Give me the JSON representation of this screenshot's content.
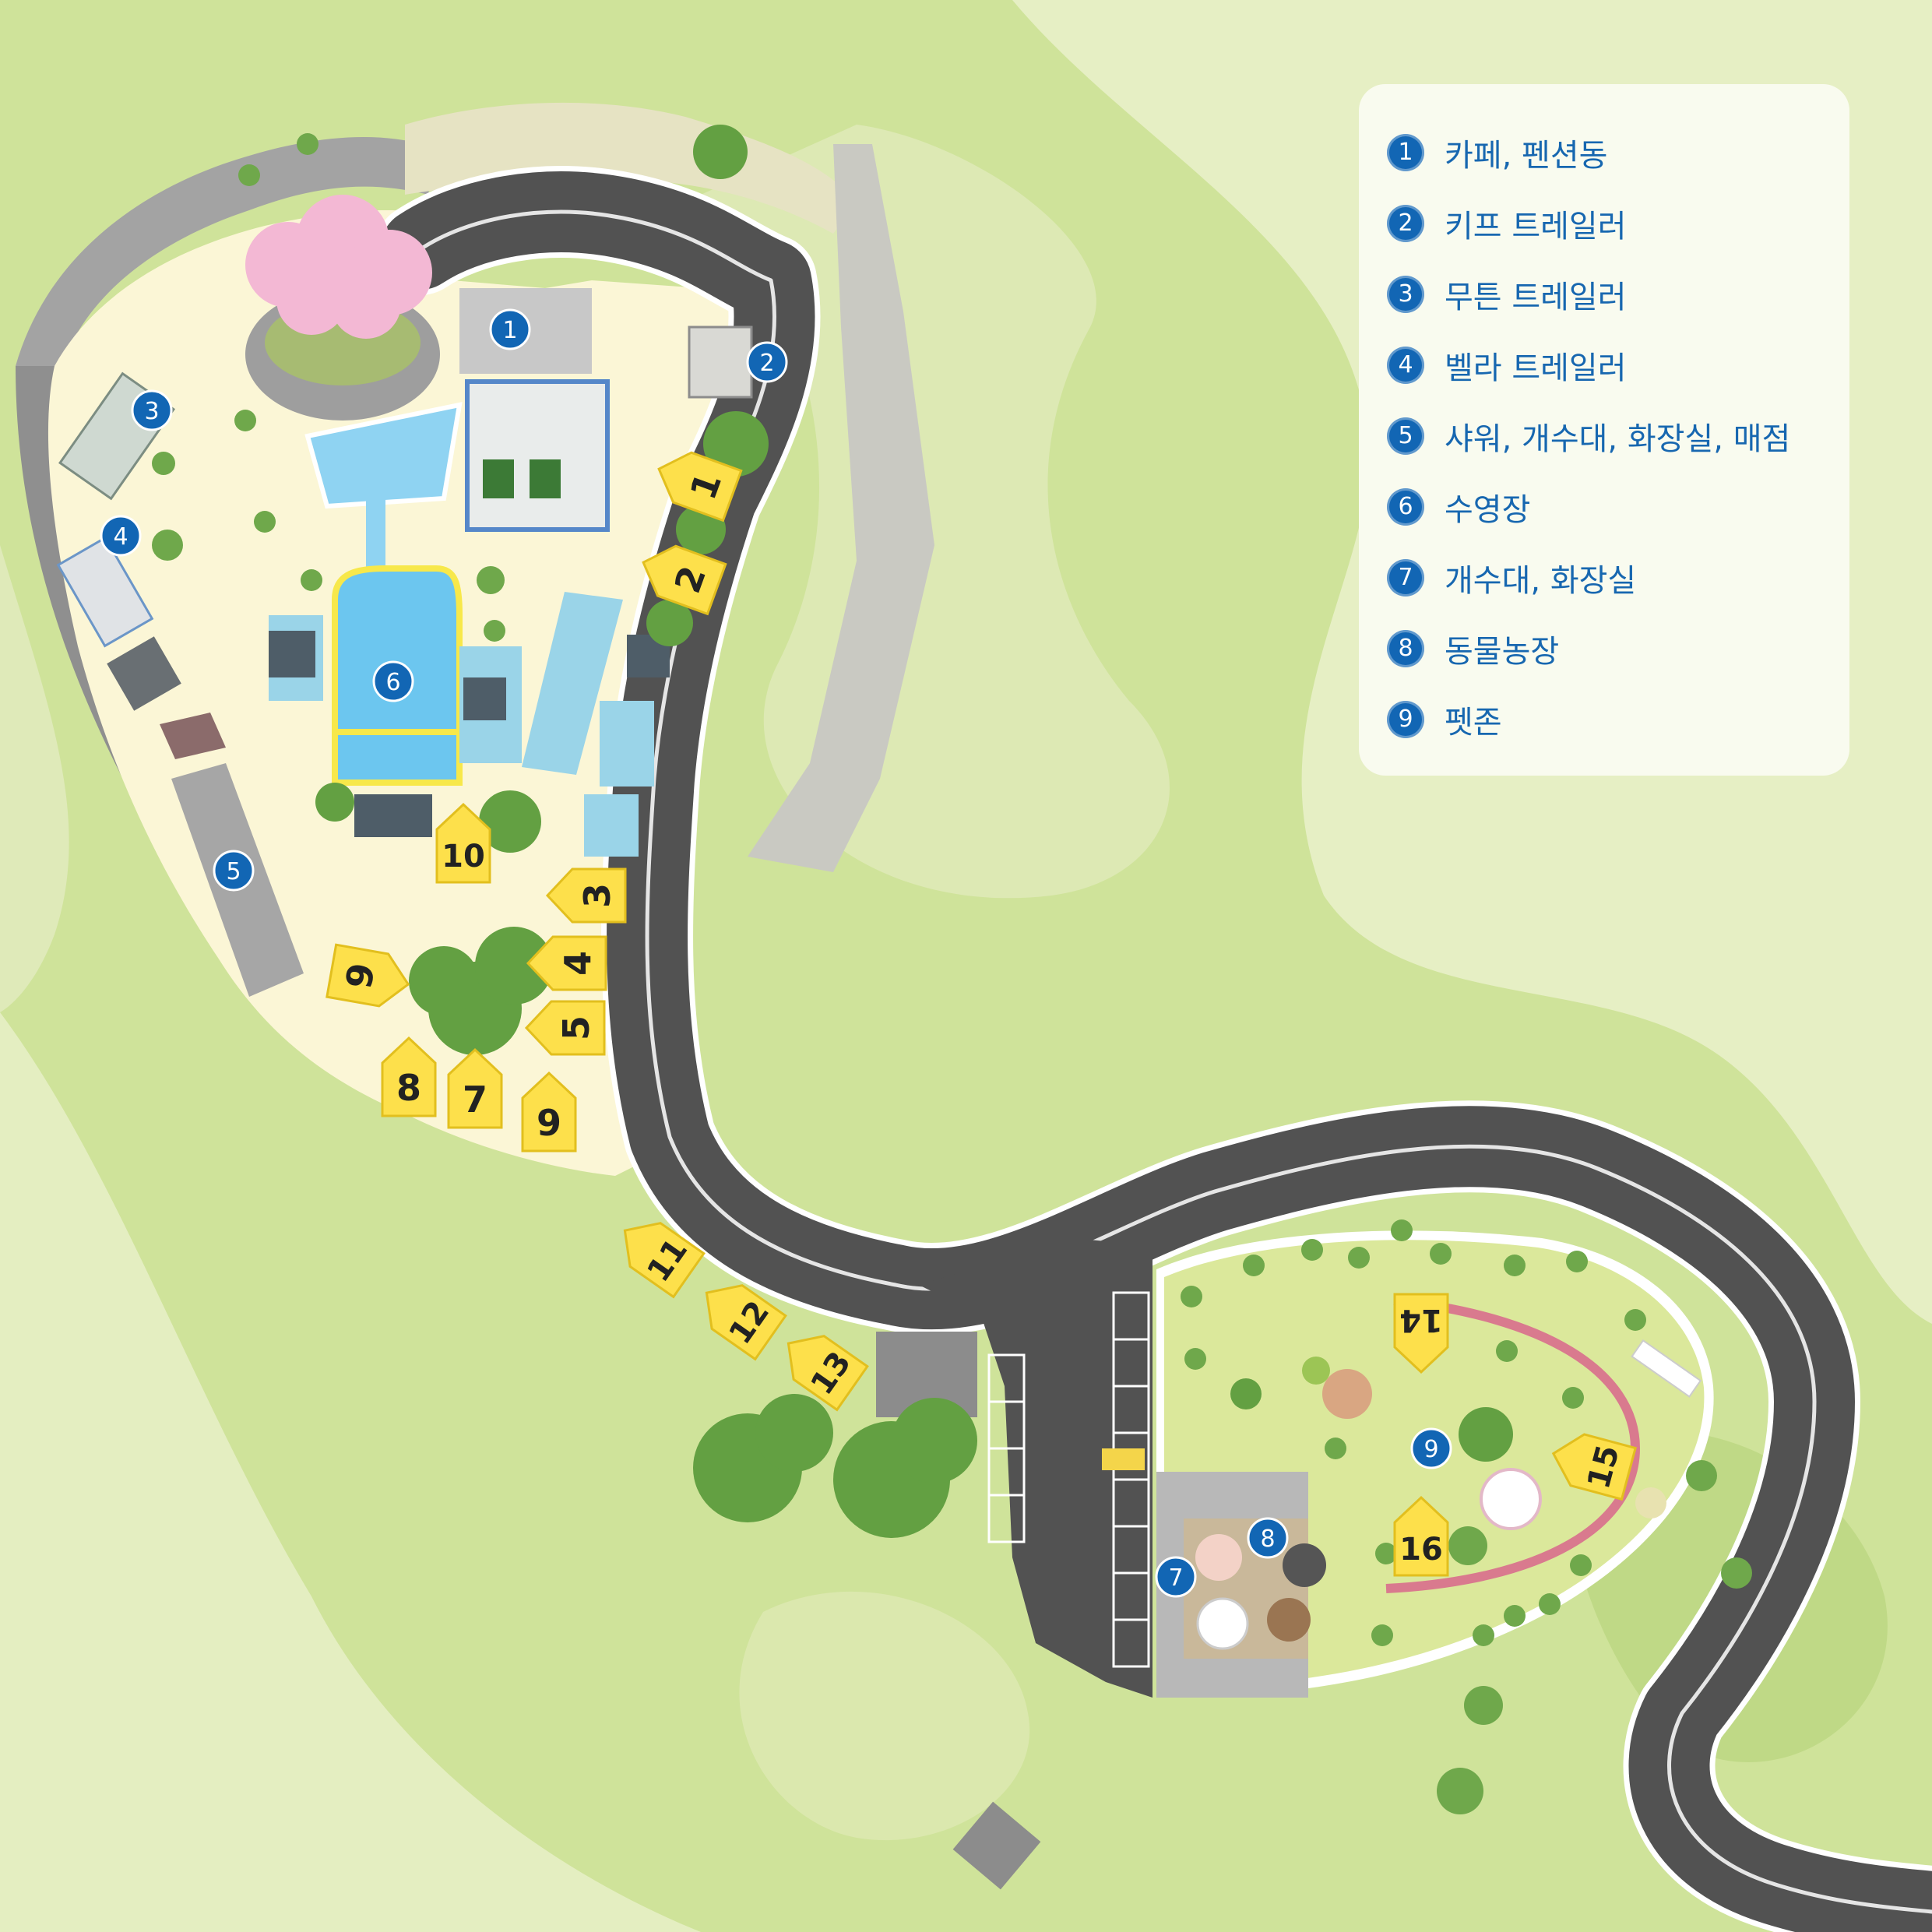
{
  "legend": {
    "items": [
      {
        "num": "1",
        "label": "카페, 펜션동"
      },
      {
        "num": "2",
        "label": "키프 트레일러"
      },
      {
        "num": "3",
        "label": "무튼 트레일러"
      },
      {
        "num": "4",
        "label": "벨라 트레일러"
      },
      {
        "num": "5",
        "label": "샤워, 개수대, 화장실, 매점"
      },
      {
        "num": "6",
        "label": "수영장"
      },
      {
        "num": "7",
        "label": "개수대, 화장실"
      },
      {
        "num": "8",
        "label": "동물농장"
      },
      {
        "num": "9",
        "label": "펫존"
      }
    ]
  },
  "facility_markers": [
    "1",
    "2",
    "3",
    "4",
    "5",
    "6",
    "7",
    "8",
    "9"
  ],
  "site_tags": [
    "1",
    "2",
    "3",
    "4",
    "5",
    "6",
    "7",
    "8",
    "9",
    "10",
    "11",
    "12",
    "13",
    "14",
    "15",
    "16"
  ],
  "colors": {
    "grass": "#cfe39a",
    "grass_light": "#e7f0c8",
    "grass_dark": "#b7d47a",
    "campground": "#fbf6d6",
    "road": "#525252",
    "road_edge": "#ffffff",
    "pool_water": "#6cc6ef",
    "pool_border": "#f7e84a",
    "marker_blue": "#1266b4",
    "site_tag_yellow": "#fde04b",
    "pet_zone": "#dbe89b",
    "track_pink": "#d97a8e",
    "tree_green": "#63a042",
    "blossom_pink": "#f3b8d4",
    "legend_bg": "#f9fbef",
    "legend_text": "#1767b0"
  }
}
